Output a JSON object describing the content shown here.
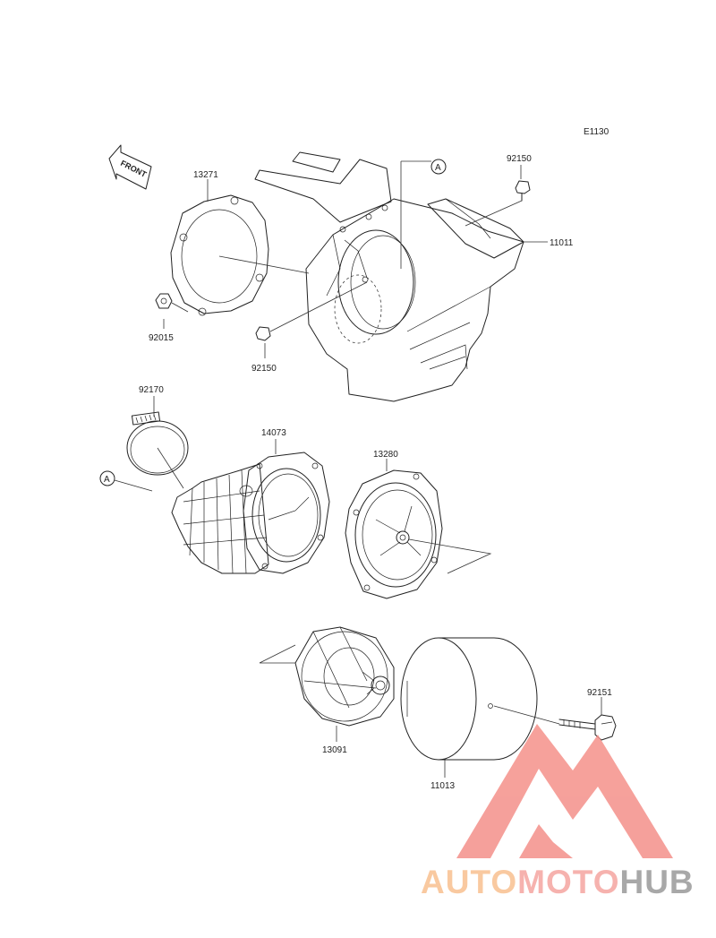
{
  "diagram": {
    "code": "E1130",
    "front_label": "FRONT",
    "reference_mark": "A",
    "parts": {
      "p13271": "13271",
      "p92150_top": "92150",
      "p11011": "11011",
      "p92015": "92015",
      "p92150_bottom": "92150",
      "p92170": "92170",
      "p14073": "14073",
      "p13280": "13280",
      "p92151": "92151",
      "p13091": "13091",
      "p11013": "11013"
    }
  },
  "watermark": {
    "part1": "AUTO",
    "part2": "MOTO",
    "part3": "HUB",
    "colors": {
      "auto": "#f8c090",
      "moto": "#f5a5a0",
      "hub": "#9a9a9a",
      "logo": "#f4908a"
    }
  }
}
